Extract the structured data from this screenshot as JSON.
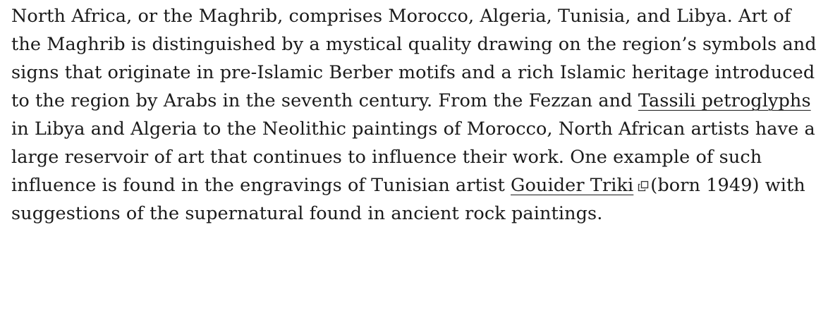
{
  "paragraph": {
    "seg1": "North Africa, or the Maghrib, comprises Morocco, Algeria, Tunisia, and Libya. Art of the Maghrib is distinguished by a mystical quality drawing on the region’s symbols and signs that originate in pre-Islamic Berber motifs and a rich Islamic heritage introduced to the region by Arabs in the seventh century. From the Fezzan and ",
    "link1": "Tassili petroglyphs",
    "seg2": " in Libya and Algeria to the Neolithic paintings of Morocco, North African artists have a large reservoir of art that continues to influence their work. One example of such influence is found in the engravings of Tunisian artist ",
    "link2": "Gouider Triki",
    "link2_icon": "external-link-icon",
    "seg3": "(born 1949) with suggestions of the supernatural found in ancient rock paintings."
  }
}
